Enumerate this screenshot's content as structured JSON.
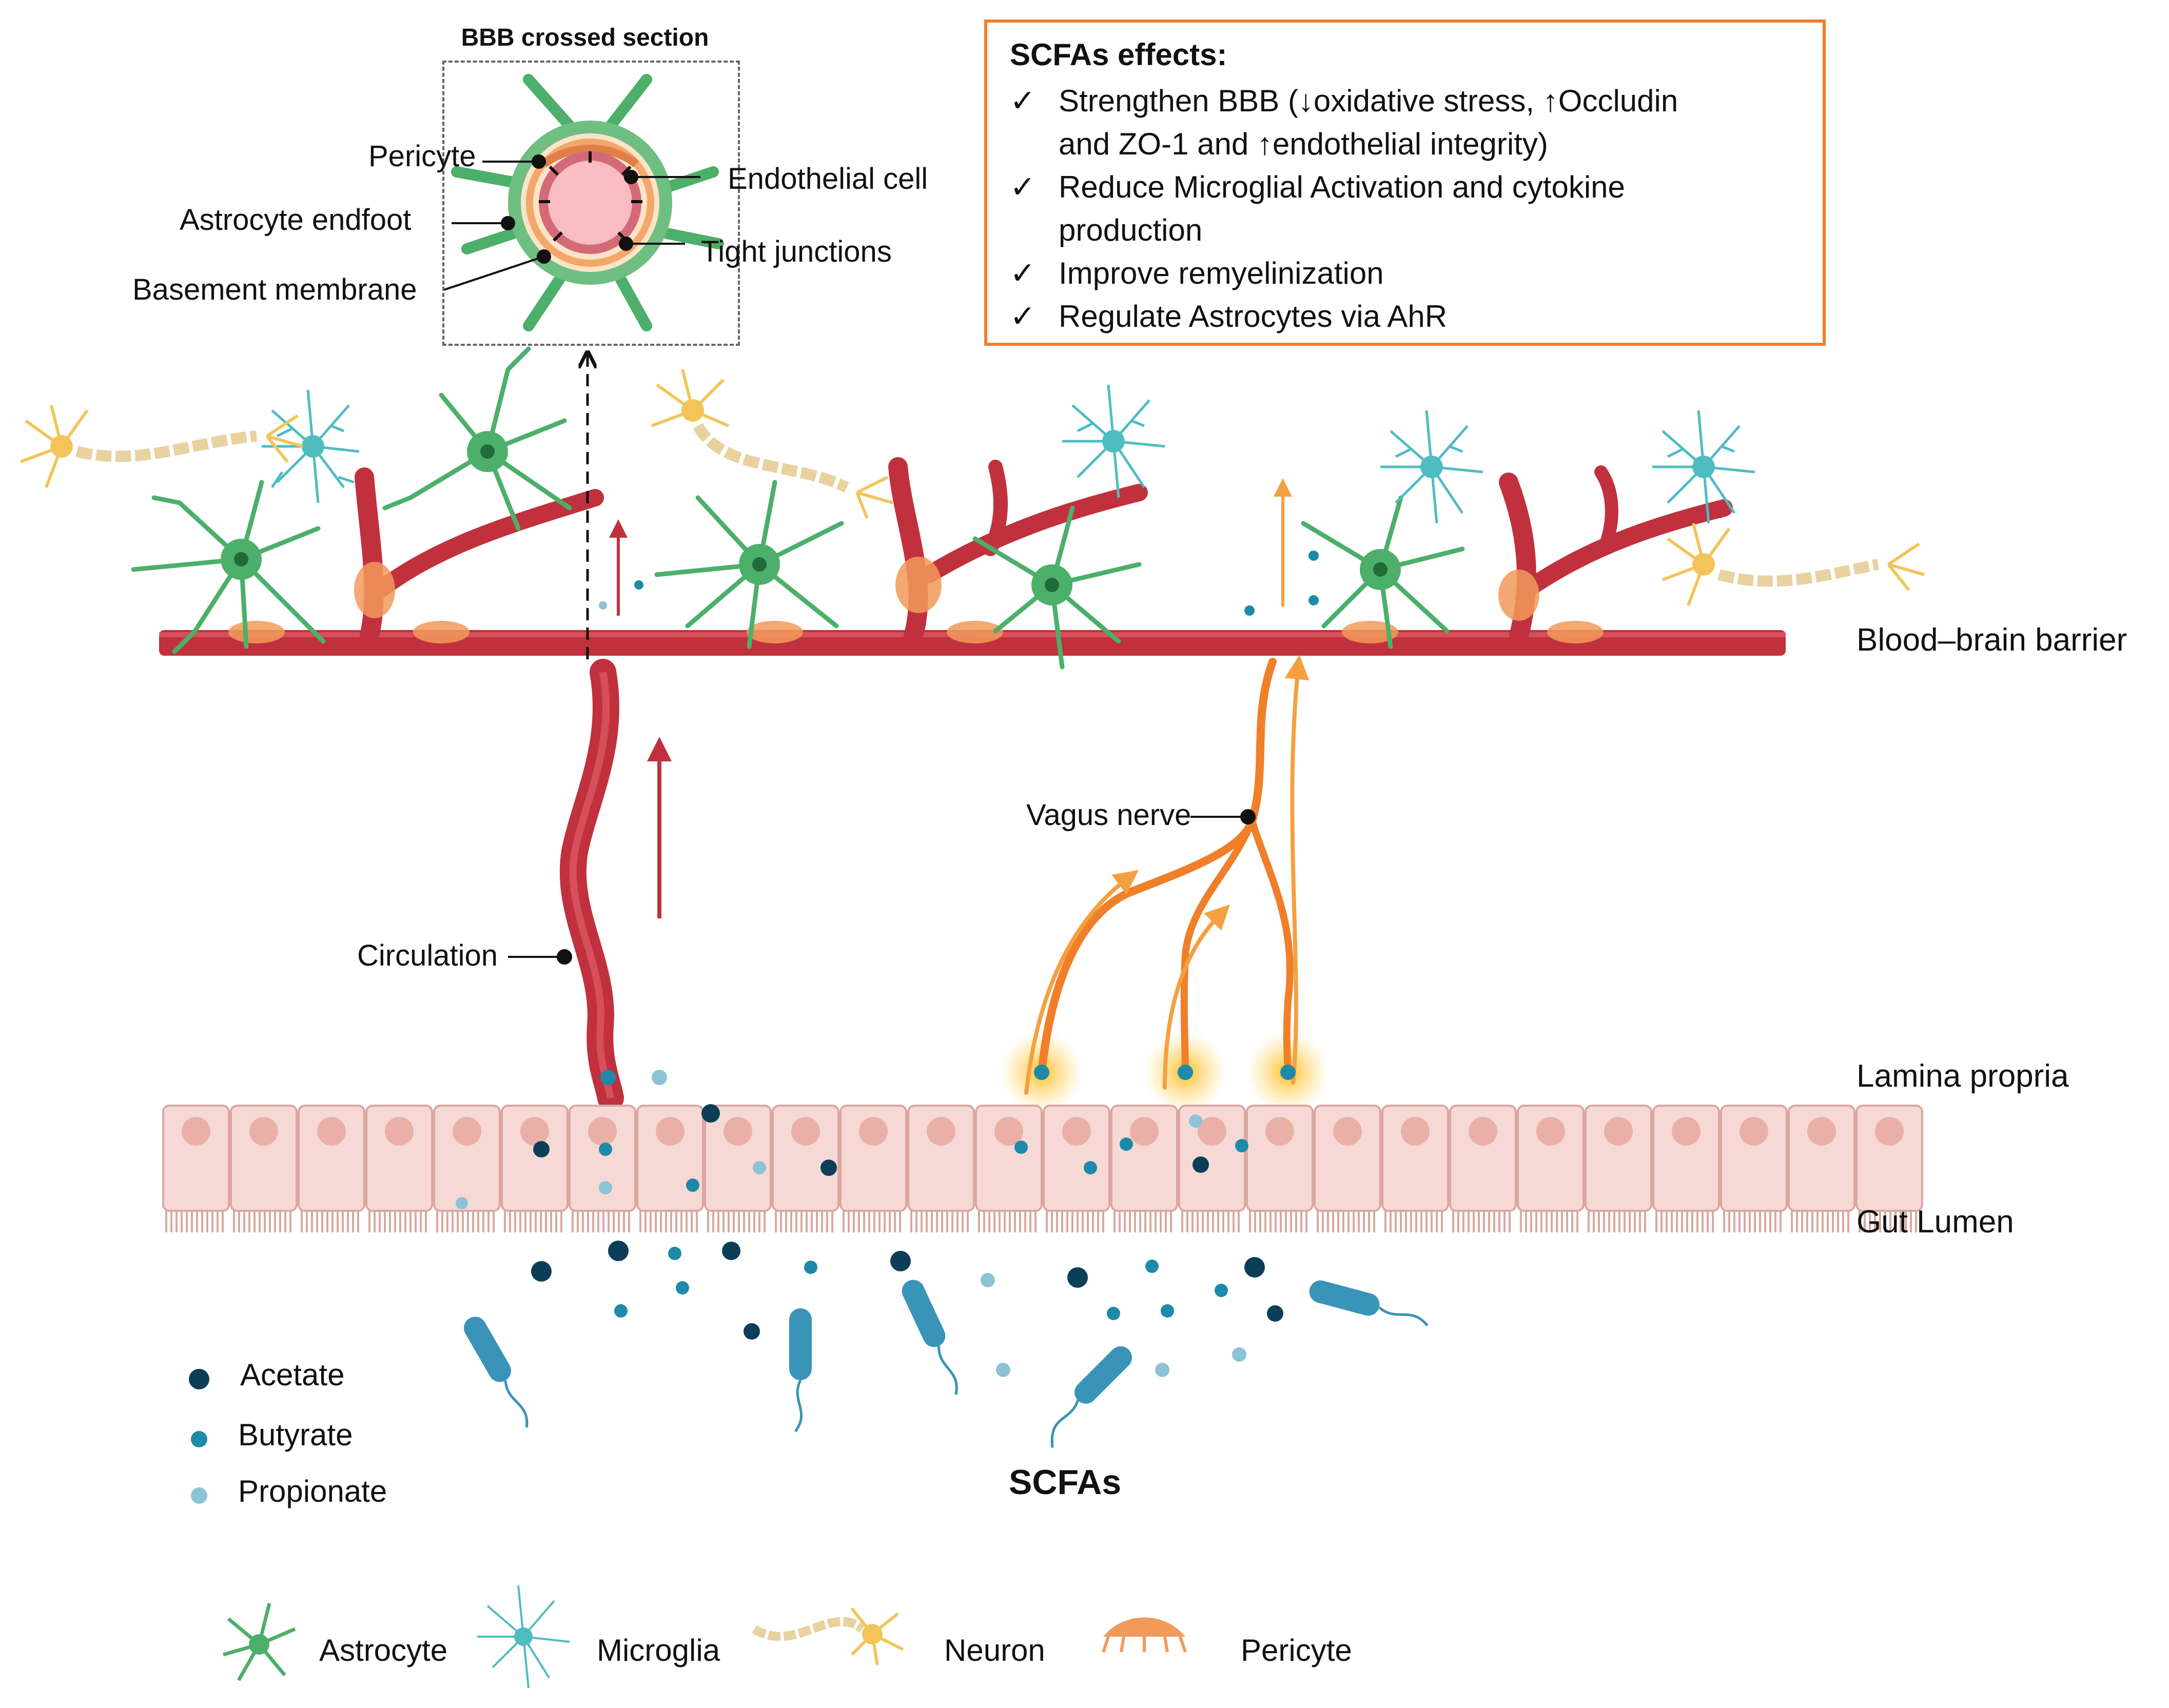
{
  "bbb_section": {
    "title": "BBB crossed section",
    "labels": [
      "Pericyte",
      "Astrocyte endfoot",
      "Basement membrane",
      "Endothelial cell",
      "Tight junctions"
    ]
  },
  "effects": {
    "title": "SCFAs effects:",
    "check_symbol": "✓",
    "items": [
      "Strengthen BBB (↓oxidative stress, ↑Occludin\nand ZO-1 and ↑endothelial integrity)",
      "Reduce Microglial Activation and cytokine\nproduction",
      "Improve remyelinization",
      "Regulate Astrocytes via AhR"
    ]
  },
  "layers": {
    "bbb": "Blood–brain barrier",
    "lamina": "Lamina propria",
    "gut": "Gut Lumen"
  },
  "pathways": {
    "circulation": "Circulation",
    "vagus": "Vagus nerve"
  },
  "scfa_label": "SCFAs",
  "scfa_legend": [
    {
      "label": "Acetate",
      "color": "#0c3f57"
    },
    {
      "label": "Butyrate",
      "color": "#1c8aa8"
    },
    {
      "label": "Propionate",
      "color": "#8cc3d6"
    }
  ],
  "cell_legend": [
    "Astrocyte",
    "Microglia",
    "Neuron",
    "Pericyte"
  ],
  "colors": {
    "vessel": "#c0313d",
    "vessel_light": "#e56470",
    "astrocyte": "#4caf6a",
    "microglia": "#4fbcc2",
    "neuron": "#f2c45a",
    "pericyte": "#f29a5a",
    "nerve": "#f07f2a",
    "box_border": "#ef7d2f",
    "epithelium": "#f6d9d4"
  }
}
